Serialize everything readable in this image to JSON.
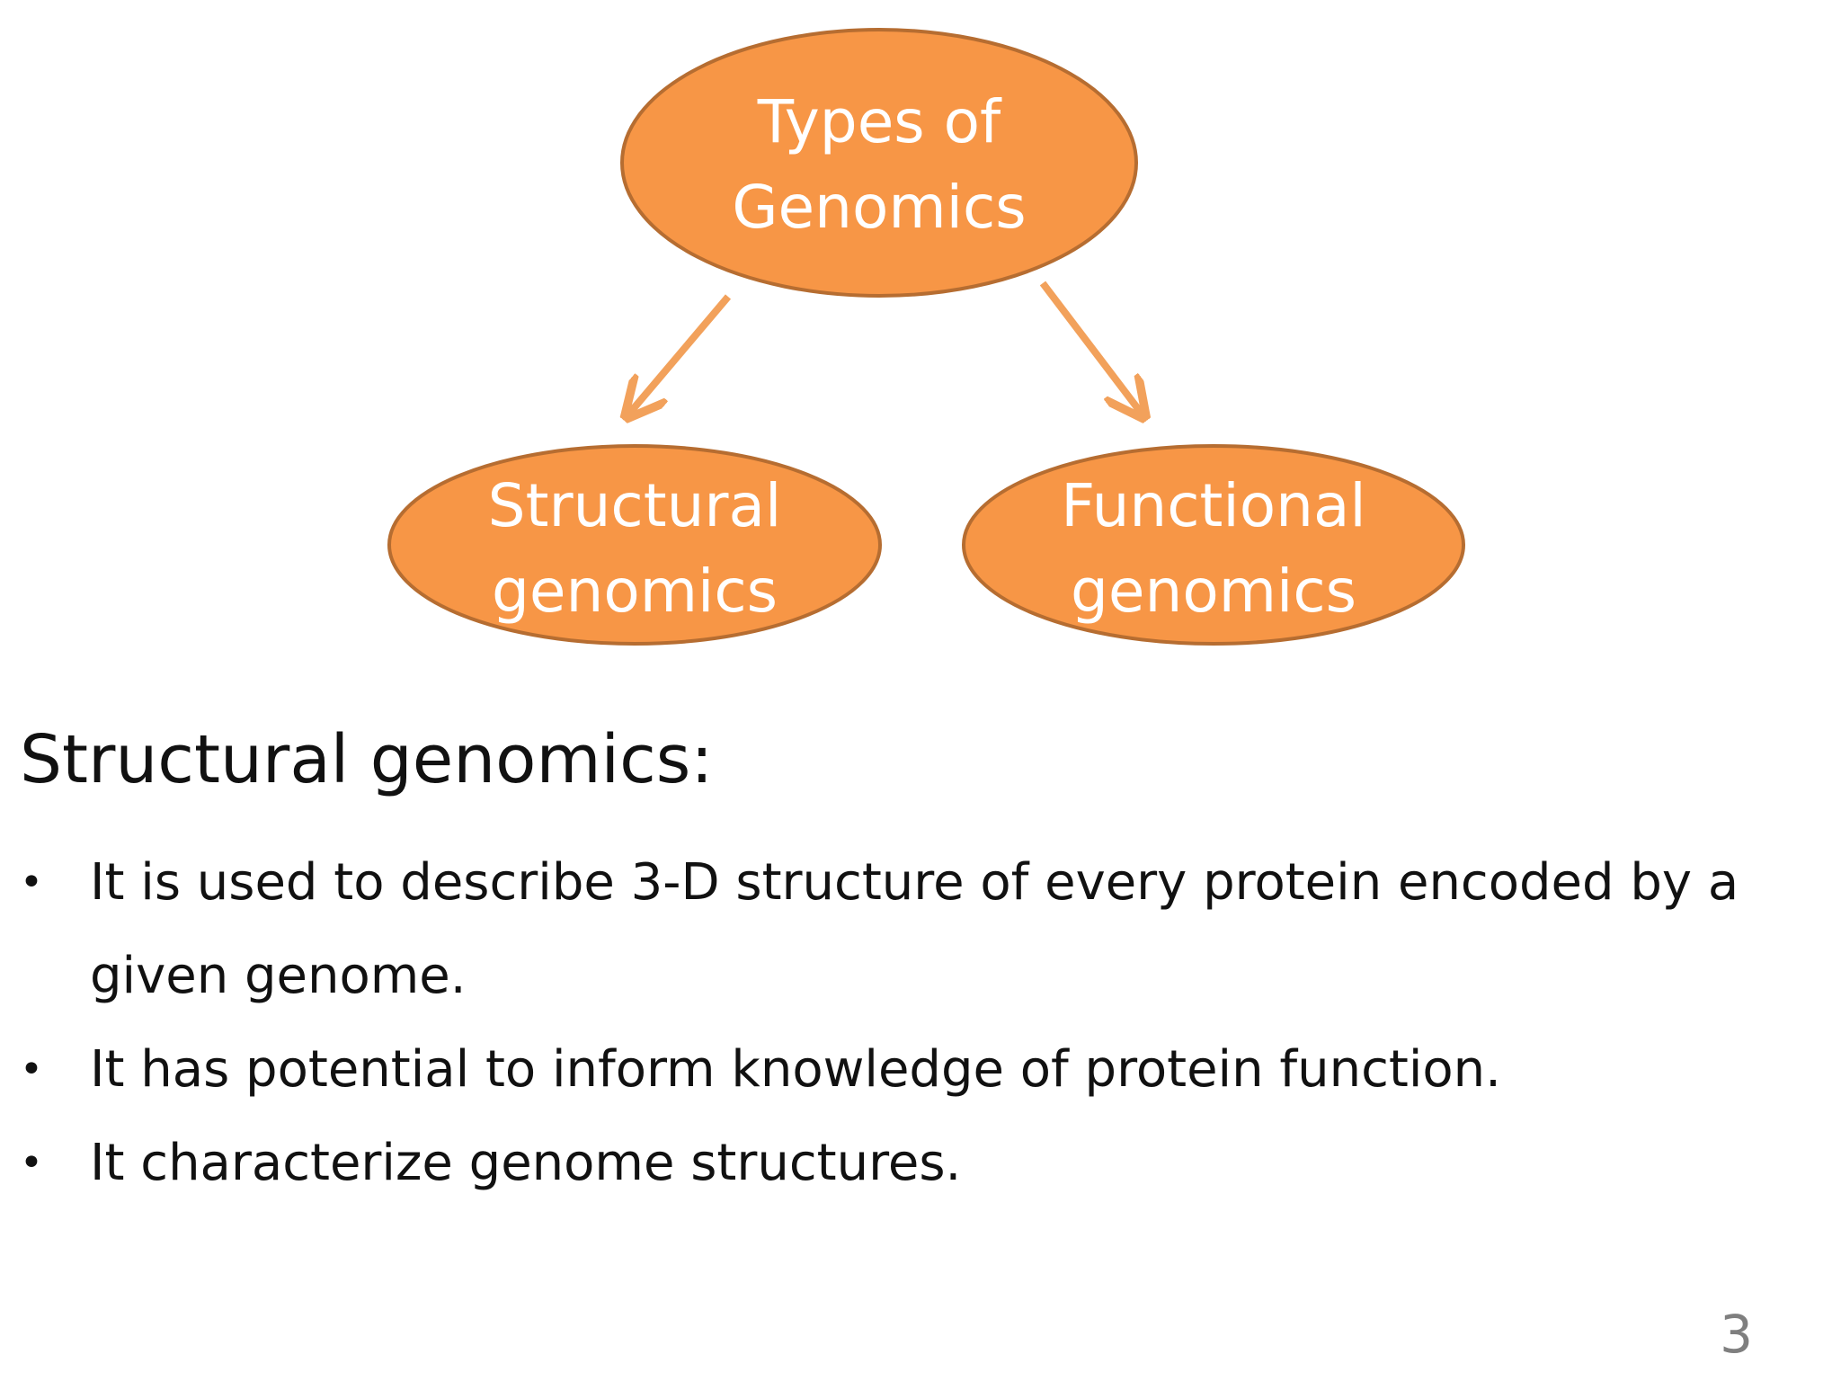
{
  "diagram": {
    "root": {
      "label_line1": "Types of",
      "label_line2": "Genomics"
    },
    "children": [
      {
        "label_line1": "Structural",
        "label_line2": "genomics"
      },
      {
        "label_line1": "Functional",
        "label_line2": "genomics"
      }
    ],
    "colors": {
      "node_fill": "#F79646",
      "node_stroke": "#B66D31",
      "arrow": "#F2A15B",
      "text": "#FFFFFF"
    }
  },
  "section": {
    "heading": "Structural genomics:",
    "bullets": [
      "It is used to describe 3-D structure of every protein encoded by a given genome.",
      "It has potential to inform knowledge of protein function.",
      "It characterize genome structures."
    ],
    "bullet_glyph": "•"
  },
  "page_number": "3"
}
